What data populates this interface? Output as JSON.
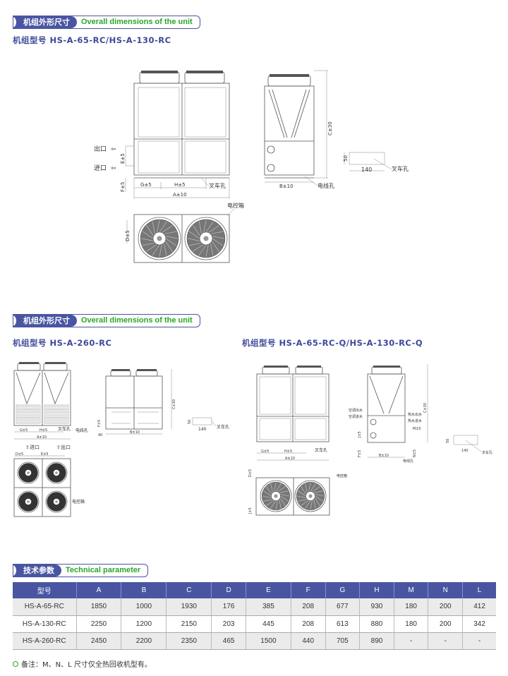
{
  "sections": [
    {
      "zh": "机组外形尺寸",
      "en": "Overall dimensions of the unit"
    },
    {
      "zh": "机组外形尺寸",
      "en": "Overall dimensions of the unit"
    },
    {
      "zh": "技术参数",
      "en": "Technical parameter"
    }
  ],
  "models": {
    "m1": "机组型号 HS-A-65-RC/HS-A-130-RC",
    "m2": "机组型号 HS-A-260-RC",
    "m3": "机组型号 HS-A-65-RC-Q/HS-A-130-RC-Q"
  },
  "labels": {
    "outlet": "出口",
    "inlet": "进口",
    "e": "E±5",
    "f": "F±5",
    "g": "G±5",
    "h": "H±5",
    "a": "A±10",
    "b": "B±10",
    "c": "C±30",
    "d": "D±5",
    "j": "J±5",
    "m": "M±5",
    "n": "N±5",
    "fork": "叉车孔",
    "cable": "电线孔",
    "control": "电控箱",
    "h50": "50",
    "w140": "140",
    "w40": "40",
    "ac_out": "空调出水",
    "ac_in": "空调进水",
    "hw_out": "热水出水",
    "hw_in": "热水进水"
  },
  "table": {
    "headers": [
      "型号",
      "A",
      "B",
      "C",
      "D",
      "E",
      "F",
      "G",
      "H",
      "M",
      "N",
      "L"
    ],
    "rows": [
      [
        "HS-A-65-RC",
        "1850",
        "1000",
        "1930",
        "176",
        "385",
        "208",
        "677",
        "930",
        "180",
        "200",
        "412"
      ],
      [
        "HS-A-130-RC",
        "2250",
        "1200",
        "2150",
        "203",
        "445",
        "208",
        "613",
        "880",
        "180",
        "200",
        "342"
      ],
      [
        "HS-A-260-RC",
        "2450",
        "2200",
        "2350",
        "465",
        "1500",
        "440",
        "705",
        "890",
        "-",
        "-",
        "-"
      ]
    ]
  },
  "note": "备注：M、N、L 尺寸仅全热回收机型有。",
  "colors": {
    "brand": "#4a55a2",
    "accent": "#2aa52a"
  }
}
